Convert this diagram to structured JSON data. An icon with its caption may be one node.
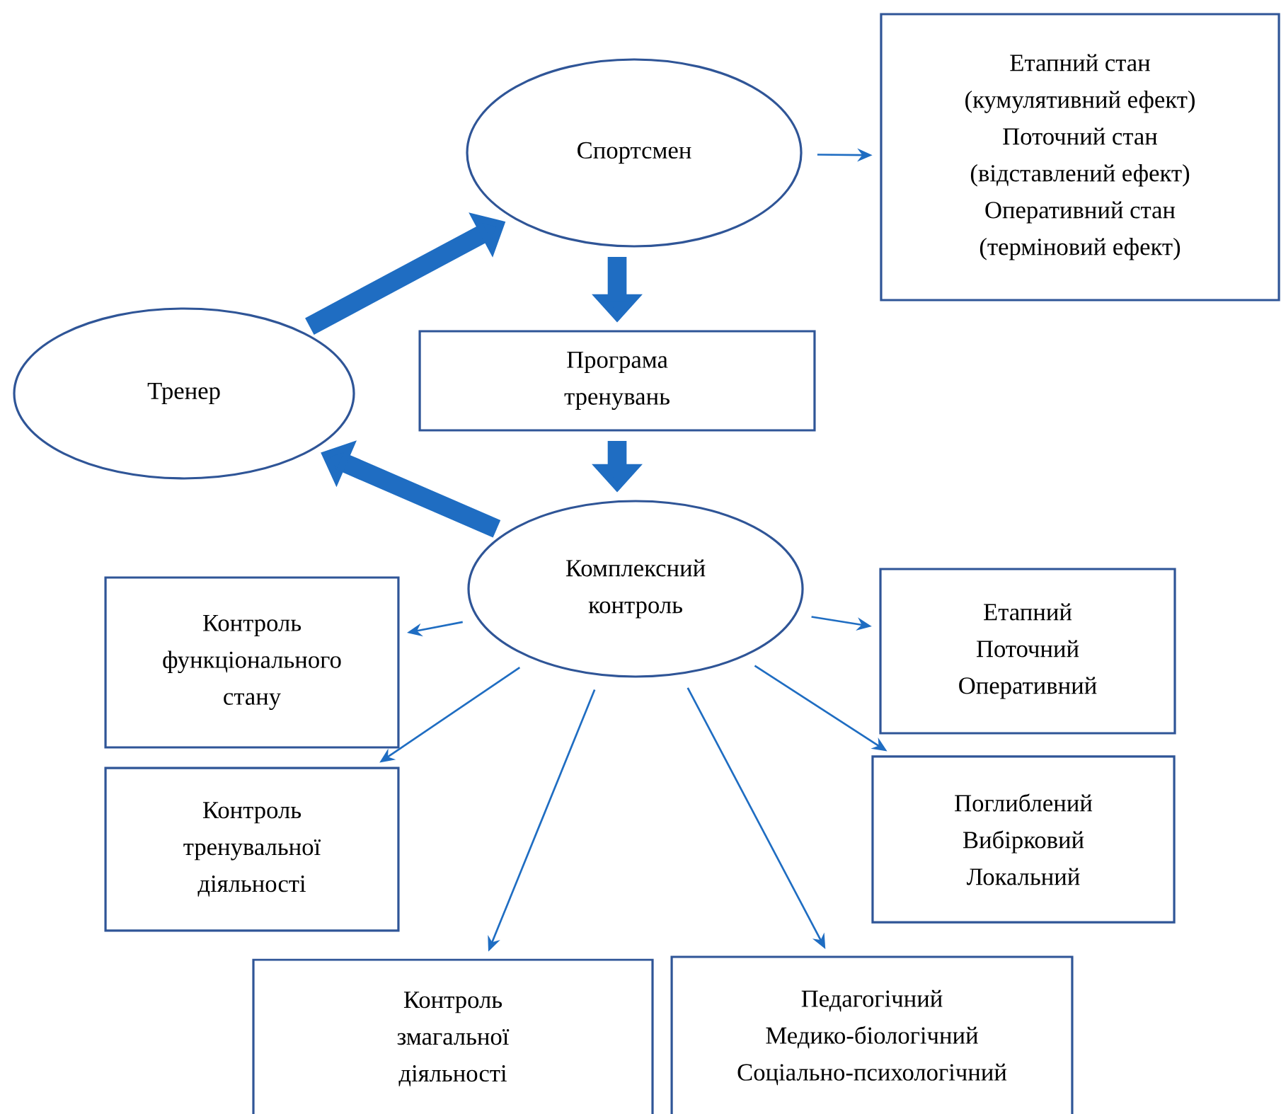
{
  "diagram": {
    "nodes": [
      {
        "text": [
          "Спортсмен"
        ]
      },
      {
        "text": [
          "Етапний стан (кумулятивний ефект)",
          "Поточний стан (відставлений ефект)",
          "Оперативний стан (терміновий ефект)"
        ]
      },
      {
        "text": [
          "Тренер"
        ]
      },
      {
        "text": [
          "Програма тренувань"
        ]
      },
      {
        "text": [
          "Комплексний контроль"
        ]
      },
      {
        "text": [
          "Контроль функціонального стану"
        ]
      },
      {
        "text": [
          "Етапний",
          "Поточний",
          "Оперативний"
        ]
      },
      {
        "text": [
          "Контроль тренувальної діяльності"
        ]
      },
      {
        "text": [
          "Поглиблений",
          "Вибірковий",
          "Локальний"
        ]
      },
      {
        "text": [
          "Контроль змагальної діяльності"
        ]
      },
      {
        "text": [
          "Педагогічний",
          "Медико-біологічний",
          "Соціально-психологічний"
        ]
      }
    ],
    "edges": [
      {
        "from": 0,
        "to": 1,
        "arrow": "to"
      },
      {
        "from": 2,
        "to": 0,
        "arrow": "to",
        "style": "thick"
      },
      {
        "from": 0,
        "to": 3,
        "arrow": "to",
        "style": "thick"
      },
      {
        "from": 3,
        "to": 4,
        "arrow": "to",
        "style": "thick"
      },
      {
        "from": 4,
        "to": 2,
        "arrow": "to",
        "style": "thick"
      },
      {
        "from": 4,
        "to": 5,
        "arrow": "to"
      },
      {
        "from": 4,
        "to": 6,
        "arrow": "to"
      },
      {
        "from": 4,
        "to": 7,
        "arrow": "to"
      },
      {
        "from": 4,
        "to": 8,
        "arrow": "to"
      },
      {
        "from": 4,
        "to": 9,
        "arrow": "to"
      },
      {
        "from": 4,
        "to": 10,
        "arrow": "to"
      }
    ]
  }
}
